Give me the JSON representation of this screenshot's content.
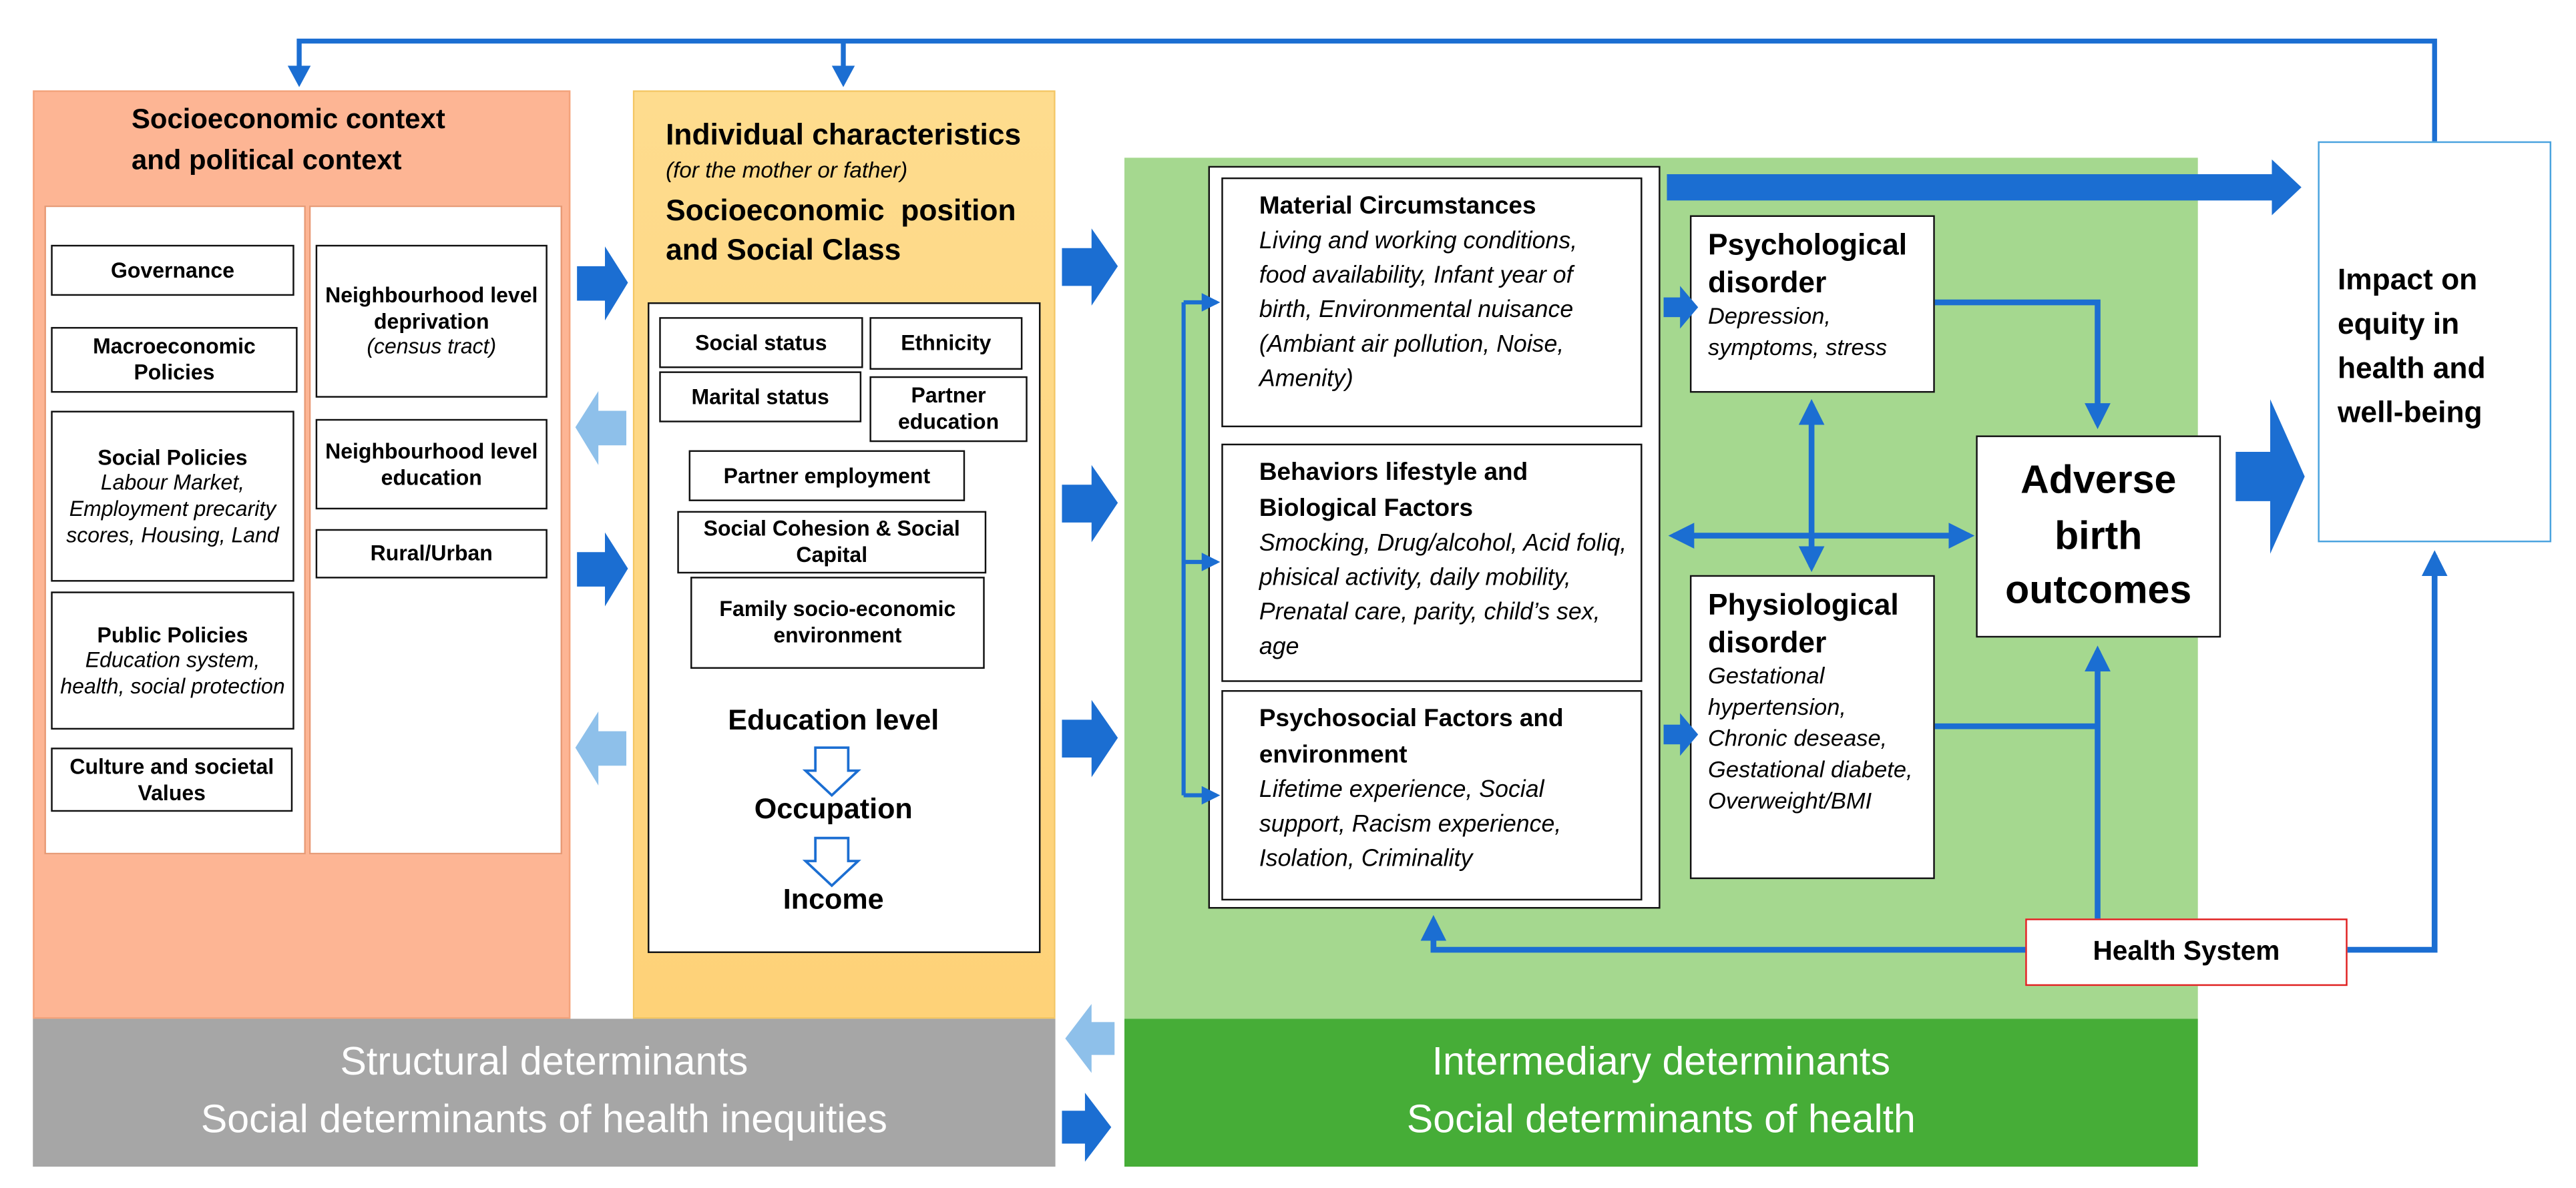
{
  "structural": {
    "title_line1": "Socioeconomic context",
    "title_line2": "and political context",
    "col_left": [
      {
        "title": "Governance",
        "desc": ""
      },
      {
        "title": "Macroeconomic Policies",
        "desc": ""
      },
      {
        "title": "Social Policies",
        "desc": "Labour Market, Employment precarity scores, Housing, Land"
      },
      {
        "title": "Public Policies",
        "desc": "Education system, health, social protection"
      },
      {
        "title": "Culture and societal Values",
        "desc": ""
      }
    ],
    "col_right": [
      {
        "title": "Neighbourhood level deprivation",
        "desc": "(census tract)"
      },
      {
        "title": "Neighbourhood level education",
        "desc": ""
      },
      {
        "title": "Rural/Urban",
        "desc": ""
      }
    ]
  },
  "individual": {
    "title1": "Individual characteristics",
    "subtitle": "(for the mother or father)",
    "title2_line1": "Socioeconomic  position",
    "title2_line2": "and Social Class",
    "boxes": [
      "Social status",
      "Ethnicity",
      "Marital status",
      "Partner education",
      "Partner employment",
      "Social Cohesion & Social Capital",
      "Family socio-economic environment"
    ],
    "steps": [
      "Education level",
      "Occupation",
      "Income"
    ]
  },
  "intermediary": {
    "factors": [
      {
        "title": "Material Circumstances",
        "desc": "Living and working conditions, food availability, Infant year of birth, Environmental nuisance (Ambiant air pollution, Noise, Amenity)"
      },
      {
        "title": "Behaviors lifestyle and Biological Factors",
        "desc": "Smocking, Drug/alcohol, Acid foliq, phisical activity, daily mobility, Prenatal care, parity, child’s sex, age"
      },
      {
        "title": "Psychosocial Factors and environment",
        "desc": "Lifetime experience, Social support, Racism experience, Isolation, Criminality"
      }
    ],
    "psychological": {
      "title": "Psychological disorder",
      "desc": "Depression, symptoms, stress"
    },
    "physiological": {
      "title": "Physiological disorder",
      "desc": "Gestational hypertension, Chronic desease, Gestational diabete, Overweight/BMI"
    },
    "outcome": "Adverse birth outcomes",
    "health_system": "Health System"
  },
  "impact": "Impact on equity in health and well-being",
  "banners": {
    "structural_line1": "Structural determinants",
    "structural_line2": "Social determinants of health inequities",
    "intermediary_line1": "Intermediary determinants",
    "intermediary_line2": "Social determinants of health"
  },
  "colors": {
    "structural_panel": "#fdb594",
    "individual_panel": "#fed57d",
    "intermediary_panel": "#a5d88f",
    "structural_banner": "#a6a6a6",
    "intermediary_banner": "#46ad37",
    "arrow_blue": "#1b6ed2",
    "arrow_light": "#8ec0ea",
    "health_system_border": "#e02020",
    "impact_border": "#4aa3df"
  }
}
